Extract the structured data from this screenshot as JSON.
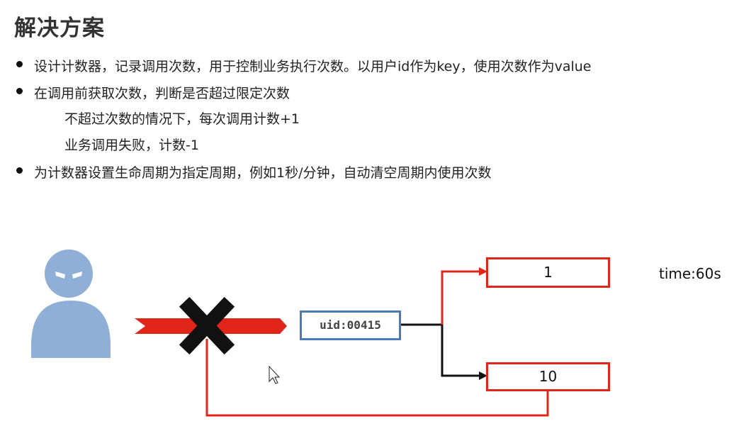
{
  "title": "解决方案",
  "bullets": [
    "设计计数器，记录调用次数，用于控制业务执行次数。以用户id作为key，使用次数作为value",
    "在调用前获取次数，判断是否超过限定次数"
  ],
  "sub_items": [
    "不超过次数的情况下，每次调用计数+1",
    "业务调用失败，计数-1"
  ],
  "bullet3": "为计数器设置生命周期为指定周期，例如1秒/分钟，自动清空周期内使用次数",
  "diagram": {
    "uid_label": "uid:00415",
    "counter_top": "1",
    "counter_bottom": "10",
    "time_label": "time:60s"
  },
  "colors": {
    "red": "#e0251b",
    "blue_border": "#4a7ab8",
    "person": "#8fafd6",
    "black": "#111111"
  },
  "icons": [
    "person-icon",
    "x-mark-icon",
    "cursor-icon"
  ]
}
